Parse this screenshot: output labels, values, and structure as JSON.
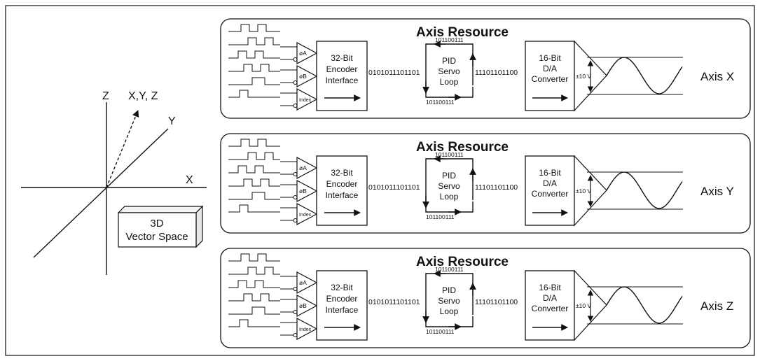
{
  "vector_space": {
    "axis_z": "Z",
    "axis_x": "X",
    "axis_y": "Y",
    "vector_label": "X,Y, Z",
    "box_line1": "3D",
    "box_line2": "Vector Space"
  },
  "axes": [
    {
      "title": "Axis Resource",
      "axis_label": "Axis X",
      "channels": [
        "øA",
        "øB",
        "Index"
      ],
      "encoder": [
        "32-Bit",
        "Encoder",
        "Interface"
      ],
      "encoder_output": "0101011101101",
      "pid": [
        "PID",
        "Servo",
        "Loop"
      ],
      "pid_top_bits": "101100111",
      "pid_bottom_bits": "101100111",
      "pid_output": "11101101100",
      "dac": [
        "16-Bit",
        "D/A",
        "Converter"
      ],
      "voltage": "±10 V"
    },
    {
      "title": "Axis Resource",
      "axis_label": "Axis Y",
      "channels": [
        "øA",
        "øB",
        "Index"
      ],
      "encoder": [
        "32-Bit",
        "Encoder",
        "Interface"
      ],
      "encoder_output": "0101011101101",
      "pid": [
        "PID",
        "Servo",
        "Loop"
      ],
      "pid_top_bits": "101100111",
      "pid_bottom_bits": "101100111",
      "pid_output": "11101101100",
      "dac": [
        "16-Bit",
        "D/A",
        "Converter"
      ],
      "voltage": "±10 V"
    },
    {
      "title": "Axis Resource",
      "axis_label": "Axis Z",
      "channels": [
        "øA",
        "øB",
        "Index"
      ],
      "encoder": [
        "32-Bit",
        "Encoder",
        "Interface"
      ],
      "encoder_output": "0101011101101",
      "pid": [
        "PID",
        "Servo",
        "Loop"
      ],
      "pid_top_bits": "101100111",
      "pid_bottom_bits": "101100111",
      "pid_output": "11101101100",
      "dac": [
        "16-Bit",
        "D/A",
        "Converter"
      ],
      "voltage": "±10 V"
    }
  ]
}
